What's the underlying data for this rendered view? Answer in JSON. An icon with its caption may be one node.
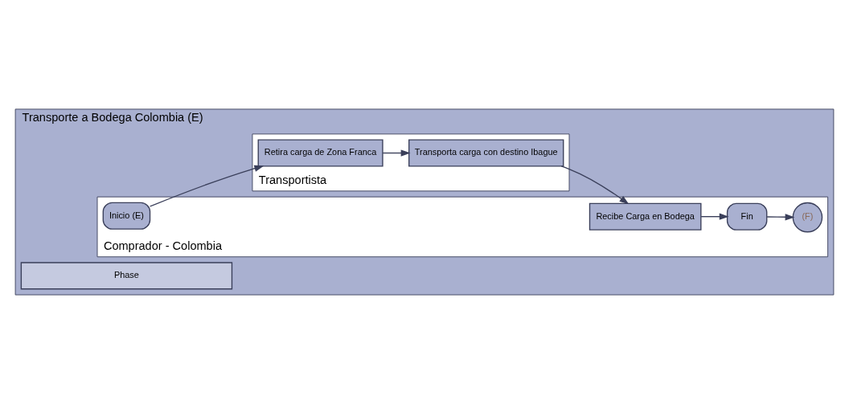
{
  "diagram": {
    "nodes": [
      {
        "text": [
          "Transporte a Bodega Colombia (E)"
        ]
      },
      {
        "text": [
          "Phase"
        ],
        "in": 0
      },
      {
        "text": [
          "Comprador - Colombia"
        ],
        "in": 0
      },
      {
        "text": [
          "Inicio (E)"
        ],
        "in": 2
      },
      {
        "text": [
          "Recibe Carga en Bodega"
        ],
        "in": 2
      },
      {
        "text": [
          "Fin"
        ],
        "in": 2
      },
      {
        "text": [
          "(F)"
        ],
        "in": 2
      },
      {
        "text": [
          "Transportista"
        ],
        "in": 0
      },
      {
        "text": [
          "Retira carga de Zona Franca"
        ],
        "in": 7
      },
      {
        "text": [
          "Transporta carga con destino Ibague"
        ],
        "in": 7
      }
    ],
    "edges": [
      {
        "from": 3,
        "to": 8,
        "arrow": "to"
      },
      {
        "from": 8,
        "to": 9,
        "arrow": "to"
      },
      {
        "from": 9,
        "to": 4,
        "arrow": "to"
      },
      {
        "from": 4,
        "to": 5,
        "arrow": "to"
      },
      {
        "from": 5,
        "to": 6,
        "arrow": "to"
      }
    ]
  }
}
